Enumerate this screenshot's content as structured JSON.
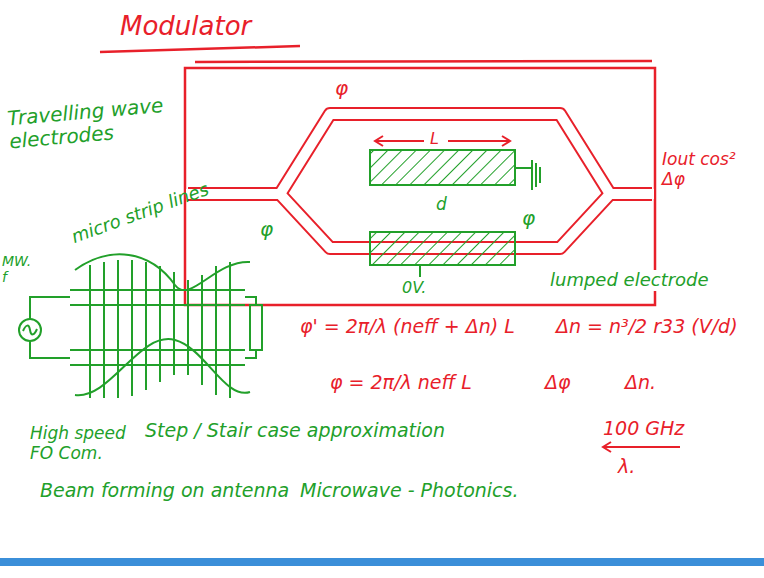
{
  "diagram": {
    "title": "Modulator",
    "labels": [
      "Travelling wave electrodes",
      "micro strip lines",
      "φ",
      "φ",
      "φ",
      "L",
      "d",
      "lumped electrode",
      "Iout cos² Δφ",
      "0V.",
      "φ' = 2π/λ (neff + Δn) L",
      "Δn = n³/2 r33 (V/d)",
      "φ = 2π/λ neff L",
      "Δφ",
      "Δn.",
      "100 GHz",
      "λ.",
      "MW. f",
      "High speed FO Com.",
      "Step / Stair case approximation",
      "Beam forming on antenna",
      "Microwave - Photonics."
    ]
  }
}
